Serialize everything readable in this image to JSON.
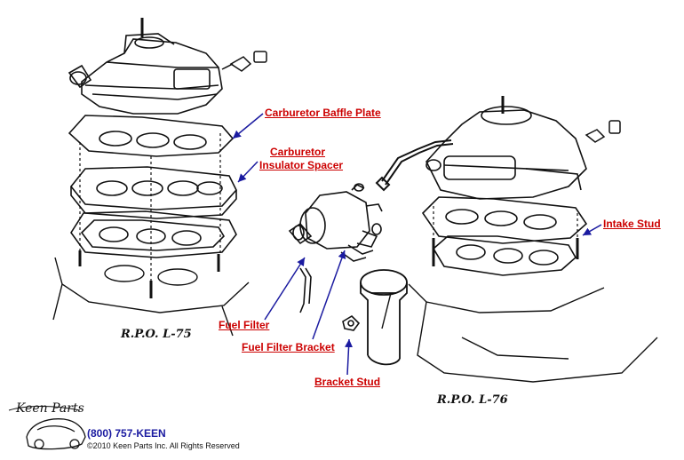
{
  "callouts": {
    "baffle_plate": "Carburetor Baffle Plate",
    "insulator_line1": "Carburetor",
    "insulator_line2": "Insulator Spacer",
    "intake_stud": "Intake Stud",
    "fuel_filter": "Fuel Filter",
    "fuel_filter_bracket": "Fuel Filter Bracket",
    "bracket_stud": "Bracket Stud"
  },
  "diagram_labels": {
    "rpo_left": "R.P.O. L-75",
    "rpo_right": "R.P.O. L-76"
  },
  "footer": {
    "logo_text": "Keen Parts",
    "phone": "(800) 757-KEEN",
    "copyright": "©2010 Keen Parts Inc. All Rights Reserved"
  },
  "colors": {
    "callout": "#cc0000",
    "leader": "#1a1aa0",
    "phone": "#1a1aa0",
    "ink": "#111111"
  }
}
